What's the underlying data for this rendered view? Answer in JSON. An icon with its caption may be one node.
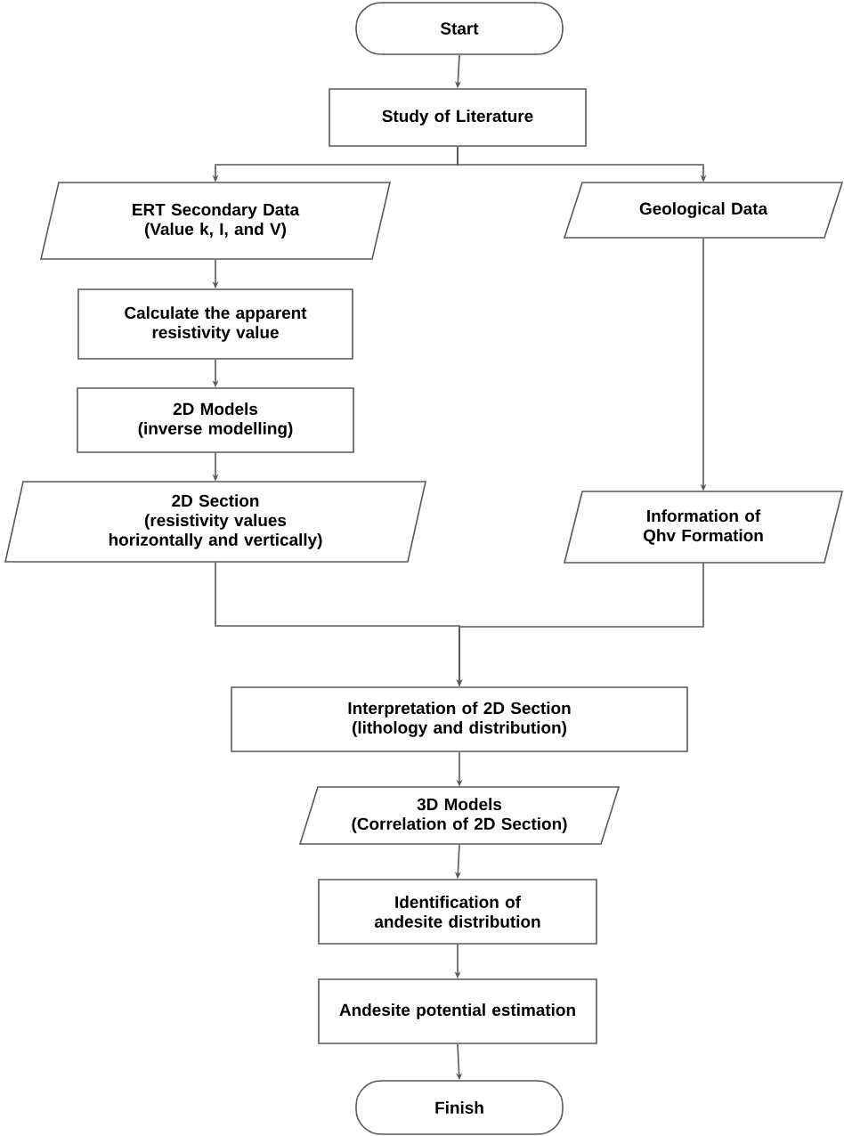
{
  "diagram": {
    "nodes": [
      {
        "text": [
          "Start"
        ]
      },
      {
        "text": [
          "Study of Literature"
        ]
      },
      {
        "text": [
          "ERT Secondary Data",
          "(Value k, I, and V)"
        ]
      },
      {
        "text": [
          "Calculate the apparent resistivity value"
        ]
      },
      {
        "text": [
          "2D Models",
          "(inverse modelling)"
        ]
      },
      {
        "text": [
          "2D Section",
          "(resistivity values horizontally and vertically)"
        ]
      },
      {
        "text": [
          "Geological Data"
        ]
      },
      {
        "text": [
          "Information of Qhv Formation"
        ]
      },
      {
        "text": [
          "Interpretation of 2D Section",
          "(lithology and distribution)"
        ]
      },
      {
        "text": [
          "3D Models",
          "(Correlation of 2D Section)"
        ]
      },
      {
        "text": [
          "Identification of andesite distribution"
        ]
      },
      {
        "text": [
          "Andesite potential estimation"
        ]
      },
      {
        "text": [
          "Finish"
        ]
      }
    ],
    "edges": [
      {
        "from": 0,
        "to": 1,
        "arrow": "to"
      },
      {
        "from": 1,
        "to": 2,
        "arrow": "to"
      },
      {
        "from": 1,
        "to": 6,
        "arrow": "to"
      },
      {
        "from": 2,
        "to": 3,
        "arrow": "to"
      },
      {
        "from": 3,
        "to": 4,
        "arrow": "to"
      },
      {
        "from": 4,
        "to": 5,
        "arrow": "to"
      },
      {
        "from": 6,
        "to": 7,
        "arrow": "to"
      },
      {
        "from": 5,
        "to": 8,
        "arrow": "to"
      },
      {
        "from": 7,
        "to": 8,
        "arrow": "to"
      },
      {
        "from": 8,
        "to": 9,
        "arrow": "to"
      },
      {
        "from": 9,
        "to": 10,
        "arrow": "to"
      },
      {
        "from": 10,
        "to": 11,
        "arrow": "to"
      },
      {
        "from": 11,
        "to": 12,
        "arrow": "to"
      }
    ]
  }
}
